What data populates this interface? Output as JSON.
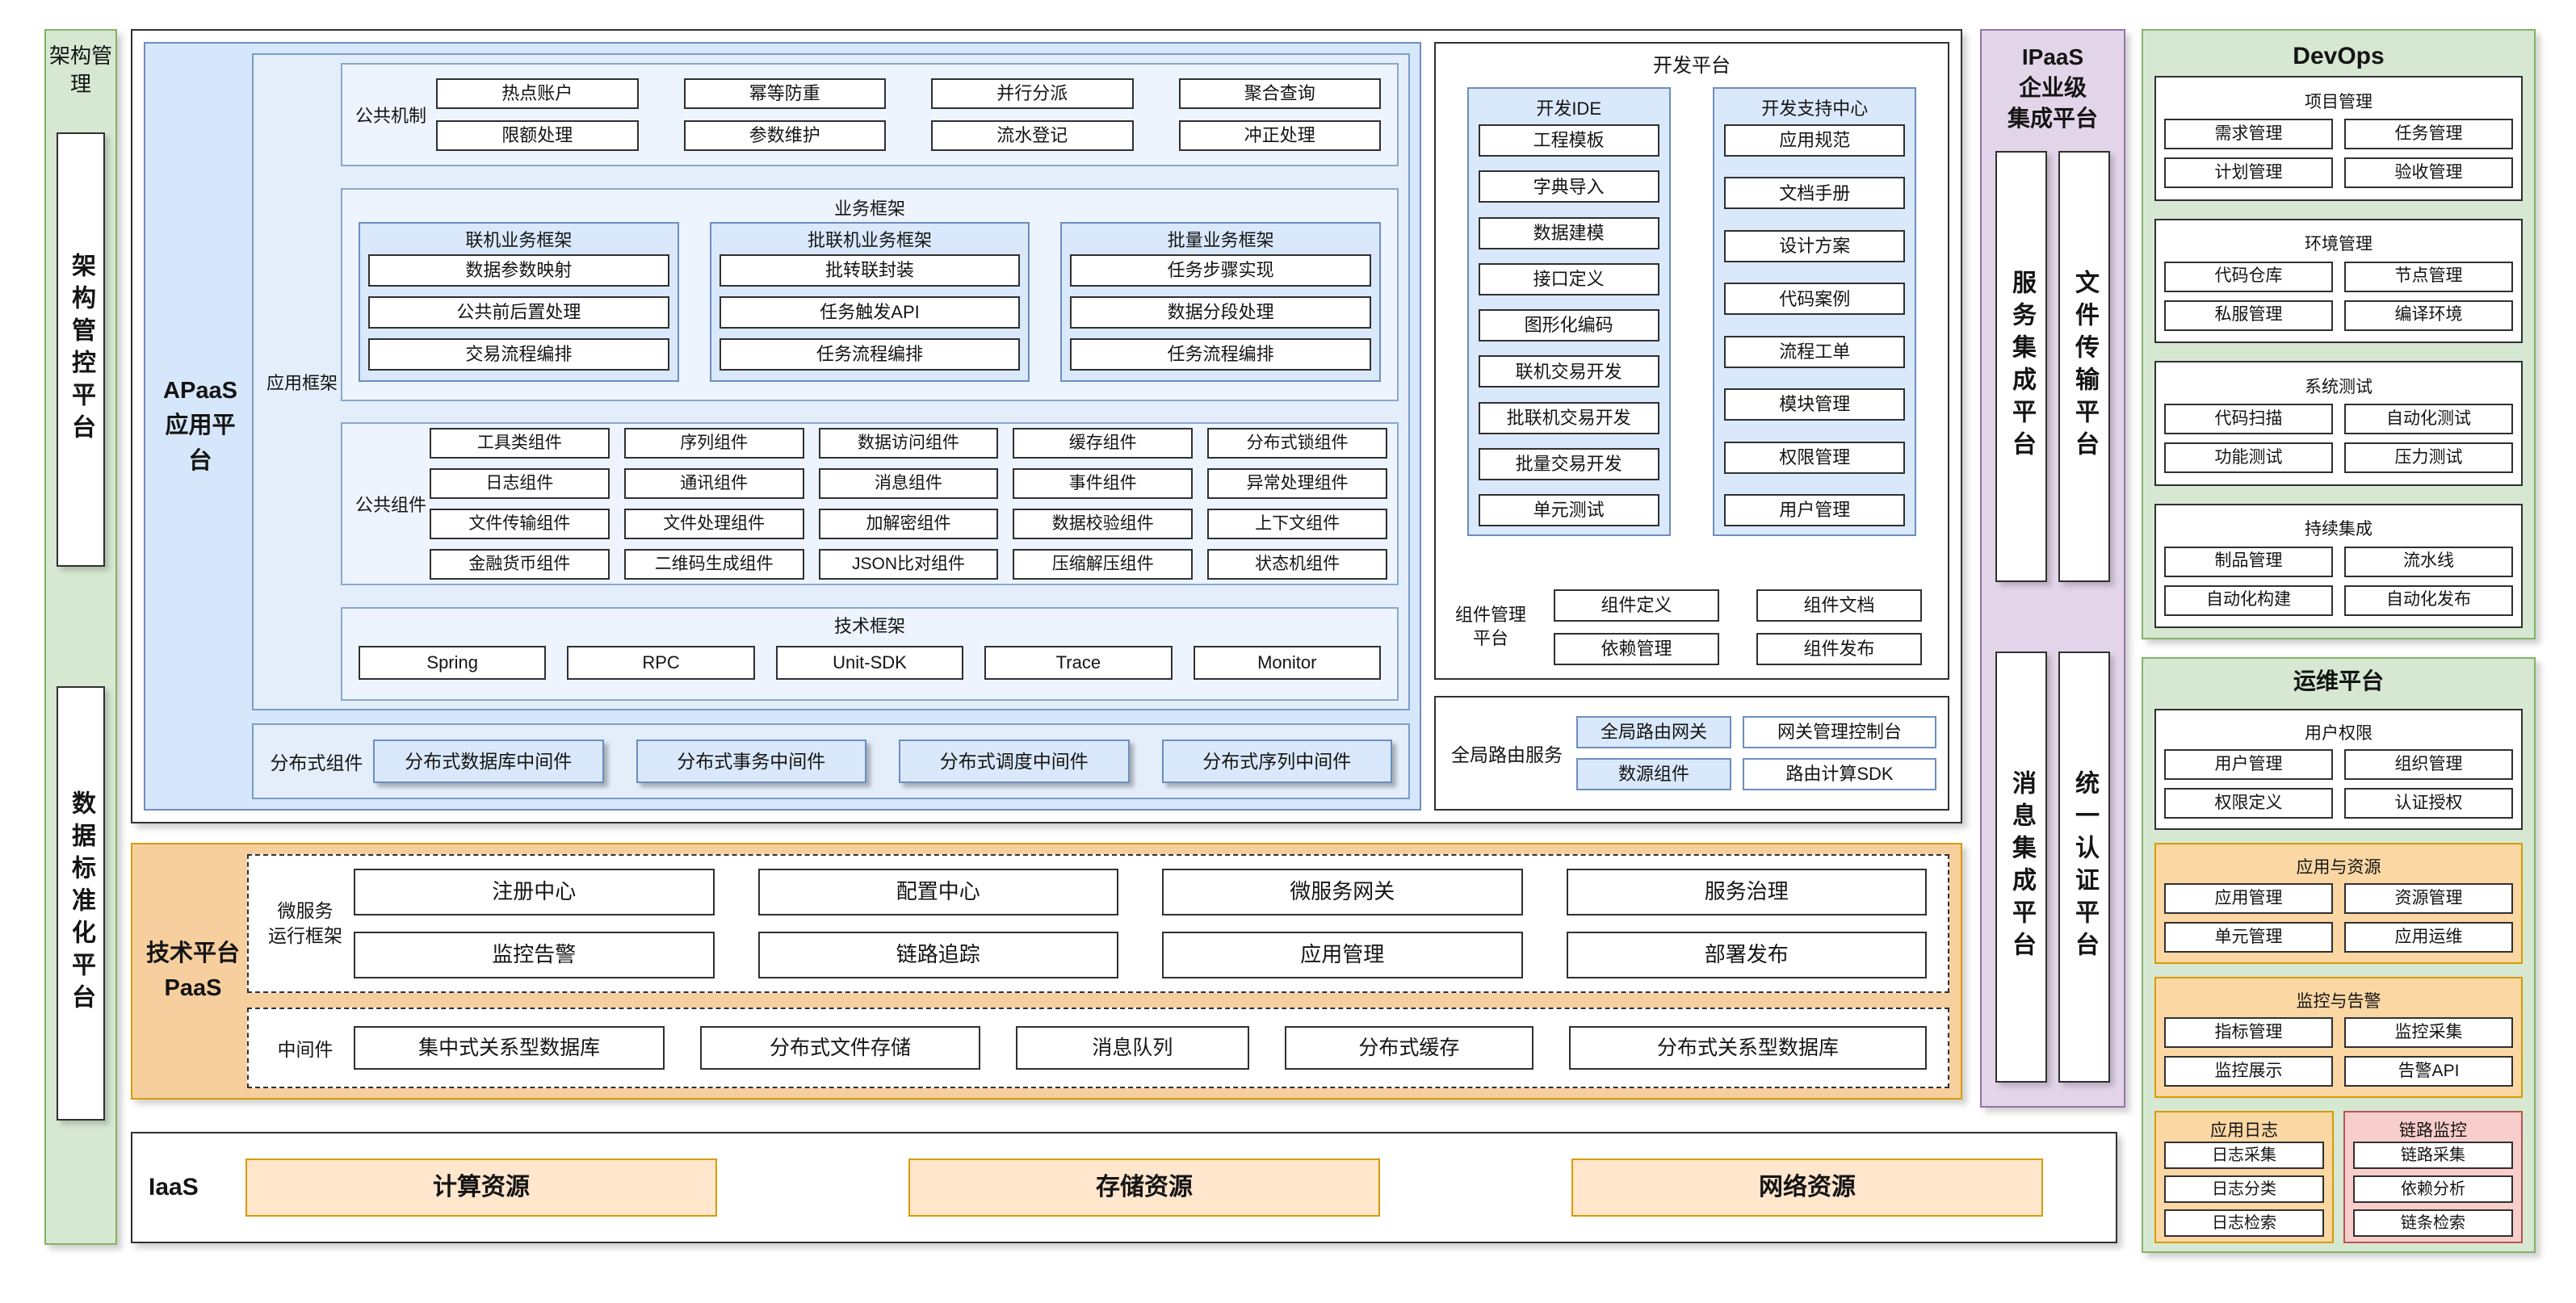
{
  "left_panel": {
    "header": "架构管理",
    "items": [
      "架构管控平台",
      "数据标准化平台"
    ]
  },
  "apaas": {
    "label_lines": [
      "APaaS",
      "应用平台"
    ],
    "app_framework": {
      "label": "应用框架",
      "common_mechanism": {
        "label": "公共机制",
        "items": [
          "热点账户",
          "幂等防重",
          "并行分派",
          "聚合查询",
          "限额处理",
          "参数维护",
          "流水登记",
          "冲正处理"
        ]
      },
      "business_framework": {
        "title": "业务框架",
        "frames": [
          {
            "title": "联机业务框架",
            "items": [
              "数据参数映射",
              "公共前后置处理",
              "交易流程编排"
            ]
          },
          {
            "title": "批联机业务框架",
            "items": [
              "批转联封装",
              "任务触发API",
              "任务流程编排"
            ]
          },
          {
            "title": "批量业务框架",
            "items": [
              "任务步骤实现",
              "数据分段处理",
              "任务流程编排"
            ]
          }
        ]
      },
      "common_components": {
        "label": "公共组件",
        "items": [
          "工具类组件",
          "序列组件",
          "数据访问组件",
          "缓存组件",
          "分布式锁组件",
          "日志组件",
          "通讯组件",
          "消息组件",
          "事件组件",
          "异常处理组件",
          "文件传输组件",
          "文件处理组件",
          "加解密组件",
          "数据校验组件",
          "上下文组件",
          "金融货币组件",
          "二维码生成组件",
          "JSON比对组件",
          "压缩解压组件",
          "状态机组件"
        ]
      },
      "tech_framework": {
        "title": "技术框架",
        "items": [
          "Spring",
          "RPC",
          "Unit-SDK",
          "Trace",
          "Monitor"
        ]
      }
    },
    "distributed": {
      "label": "分布式组件",
      "items": [
        "分布式数据库中间件",
        "分布式事务中间件",
        "分布式调度中间件",
        "分布式序列中间件"
      ]
    }
  },
  "dev_platform": {
    "title": "开发平台",
    "ide": {
      "title": "开发IDE",
      "items": [
        "工程模板",
        "字典导入",
        "数据建模",
        "接口定义",
        "图形化编码",
        "联机交易开发",
        "批联机交易开发",
        "批量交易开发",
        "单元测试"
      ]
    },
    "support": {
      "title": "开发支持中心",
      "items": [
        "应用规范",
        "文档手册",
        "设计方案",
        "代码案例",
        "流程工单",
        "模块管理",
        "权限管理",
        "用户管理"
      ]
    },
    "component_mgmt": {
      "label_lines": [
        "组件管理",
        "平台"
      ],
      "items": [
        "组件定义",
        "组件文档",
        "依赖管理",
        "组件发布"
      ]
    }
  },
  "global_routing": {
    "label": "全局路由服务",
    "items": [
      "全局路由网关",
      "网关管理控制台",
      "数源组件",
      "路由计算SDK"
    ]
  },
  "paas": {
    "label_lines": [
      "技术平台",
      "PaaS"
    ],
    "microservice": {
      "label_lines": [
        "微服务",
        "运行框架"
      ],
      "items": [
        "注册中心",
        "配置中心",
        "微服务网关",
        "服务治理",
        "监控告警",
        "链路追踪",
        "应用管理",
        "部署发布"
      ]
    },
    "middleware": {
      "label": "中间件",
      "items": [
        "集中式关系型数据库",
        "分布式文件存储",
        "消息队列",
        "分布式缓存",
        "分布式关系型数据库"
      ]
    }
  },
  "iaas": {
    "label": "IaaS",
    "items": [
      "计算资源",
      "存储资源",
      "网络资源"
    ]
  },
  "ipaas": {
    "header_lines": [
      "IPaaS",
      "企业级",
      "集成平台"
    ],
    "top_items": [
      "服务集成平台",
      "文件传输平台"
    ],
    "bottom_items": [
      "消息集成平台",
      "统一认证平台"
    ]
  },
  "devops": {
    "title": "DevOps",
    "sections": [
      {
        "title": "项目管理",
        "items": [
          "需求管理",
          "任务管理",
          "计划管理",
          "验收管理"
        ]
      },
      {
        "title": "环境管理",
        "items": [
          "代码仓库",
          "节点管理",
          "私服管理",
          "编译环境"
        ]
      },
      {
        "title": "系统测试",
        "items": [
          "代码扫描",
          "自动化测试",
          "功能测试",
          "压力测试"
        ]
      },
      {
        "title": "持续集成",
        "items": [
          "制品管理",
          "流水线",
          "自动化构建",
          "自动化发布"
        ]
      }
    ]
  },
  "ops_platform": {
    "title": "运维平台",
    "user_perm": {
      "title": "用户权限",
      "items": [
        "用户管理",
        "组织管理",
        "权限定义",
        "认证授权"
      ]
    },
    "app_res": {
      "title": "应用与资源",
      "items": [
        "应用管理",
        "资源管理",
        "单元管理",
        "应用运维"
      ]
    },
    "monitoring": {
      "title": "监控与告警",
      "items": [
        "指标管理",
        "监控采集",
        "监控展示",
        "告警API"
      ]
    },
    "app_log": {
      "title": "应用日志",
      "items": [
        "日志采集",
        "日志分类",
        "日志检索"
      ]
    },
    "link_monitor": {
      "title": "链路监控",
      "items": [
        "链路采集",
        "依赖分析",
        "链条检索"
      ]
    }
  },
  "colors": {
    "green_bg": "#d6e8d2",
    "green_border": "#82b366",
    "blue_bg": "#d9e8fb",
    "blue_border": "#6c8ebf",
    "purple_bg": "#e3d5e9",
    "purple_border": "#9673a6",
    "orange_fill": "#ffe6cc",
    "orange_region": "#f7cf9e",
    "orange_border": "#d79b00",
    "pink_bg": "#f8cecc",
    "pink_border": "#b85450"
  }
}
